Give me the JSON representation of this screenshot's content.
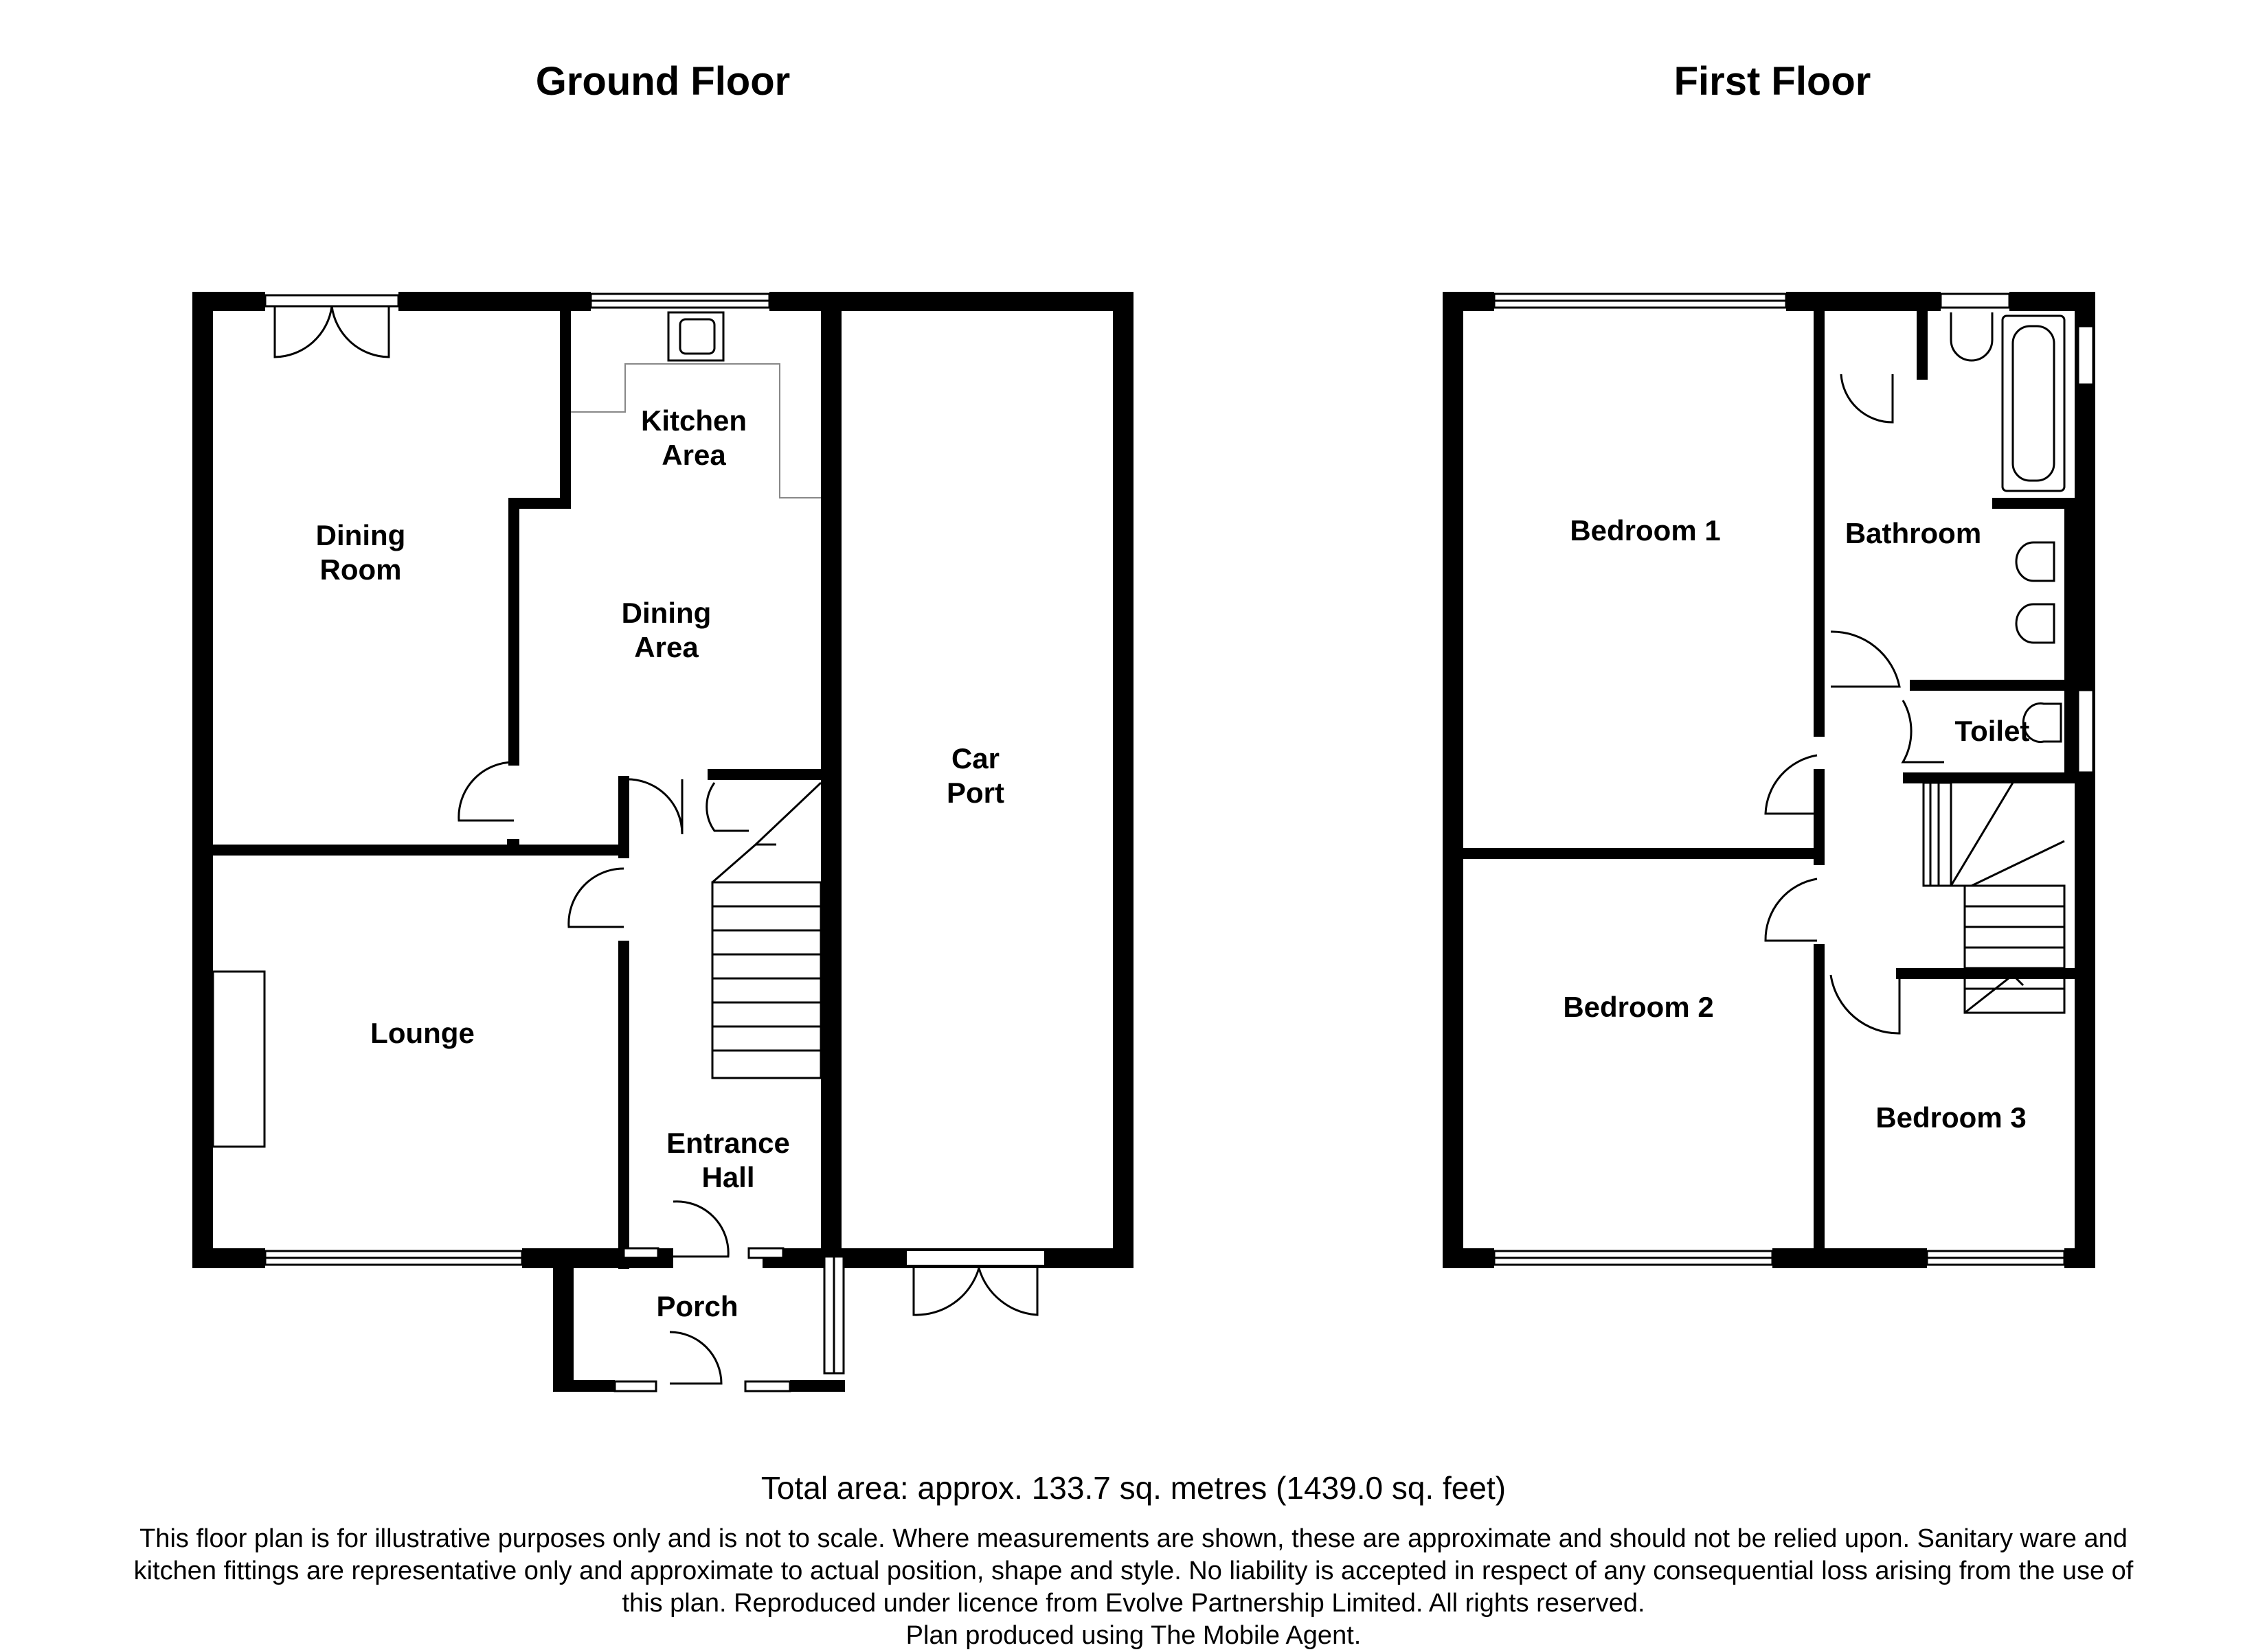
{
  "floors": {
    "ground": {
      "title": "Ground Floor"
    },
    "first": {
      "title": "First Floor"
    }
  },
  "rooms": {
    "dining_room": "Dining\nRoom",
    "kitchen_area": "Kitchen\nArea",
    "dining_area": "Dining\nArea",
    "car_port": "Car\nPort",
    "lounge": "Lounge",
    "entrance_hall": "Entrance\nHall",
    "porch": "Porch",
    "bedroom_1": "Bedroom 1",
    "bathroom": "Bathroom",
    "toilet": "Toilet",
    "bedroom_2": "Bedroom 2",
    "bedroom_3": "Bedroom 3"
  },
  "footer": {
    "total_area": "Total area: approx. 133.7 sq. metres (1439.0 sq. feet)",
    "disclaimer_1": "This floor plan is for illustrative purposes only and is not to scale.  Where measurements are shown, these are approximate and should not be relied upon. Sanitary ware and",
    "disclaimer_2": "kitchen fittings are representative only and approximate to actual position, shape and style.  No liability is accepted in respect of any consequential loss arising from the use of",
    "disclaimer_3": "this plan. Reproduced under licence from Evolve Partnership Limited. All rights reserved.",
    "disclaimer_4": "Plan produced using The Mobile Agent."
  },
  "colors": {
    "wall": "#000000",
    "background": "#ffffff",
    "fixture": "#888888"
  }
}
